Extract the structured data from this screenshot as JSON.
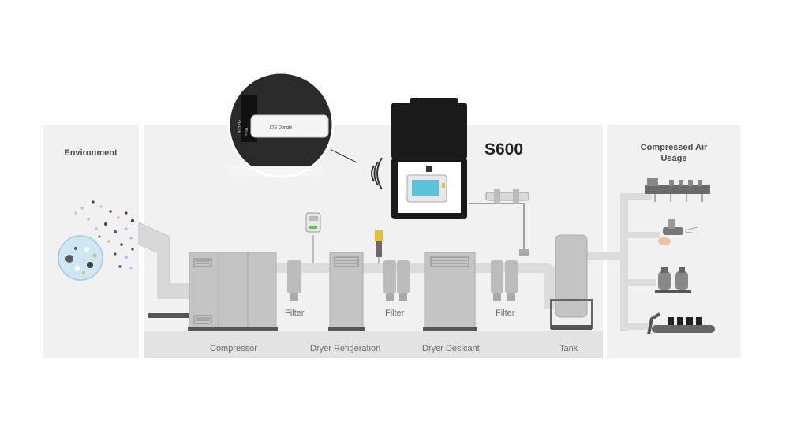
{
  "panels": {
    "environment": "Environment",
    "usage_line1": "Compressed Air",
    "usage_line2": "Usage"
  },
  "device": {
    "model": "S600",
    "dongle_text": "LTE Dongle",
    "dongle_side_1": "4G LTE",
    "dongle_side_2": "Plus"
  },
  "labels": {
    "compressor": "Compressor",
    "dryer_refrigeration": "Dryer Refigeration",
    "dryer_desiccant": "Dryer Desicant",
    "tank": "Tank",
    "filter1": "Filter",
    "filter2": "Filter",
    "filter3": "Filter"
  },
  "colors": {
    "panel": "#f1f1f2",
    "machine": "#c4c4c4",
    "machine_dark": "#8c8c8c",
    "pipe": "#dcdcdc",
    "case": "#1a1a1a",
    "screen": "#5ac3d8",
    "sensor_yellow": "#e6c12a"
  }
}
